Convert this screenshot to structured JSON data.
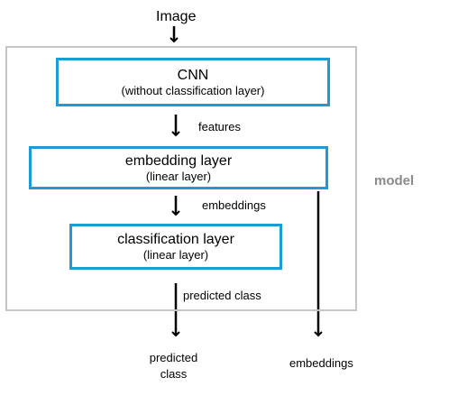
{
  "input_label": "Image",
  "model_label": "model",
  "cnn": {
    "title": "CNN",
    "subtitle": "(without classification layer)"
  },
  "embedding_layer": {
    "title": "embedding layer",
    "subtitle": "(linear layer)"
  },
  "classification_layer": {
    "title": "classification layer",
    "subtitle": "(linear layer)"
  },
  "edges": {
    "features": "features",
    "embeddings": "embeddings",
    "predicted_class": "predicted class"
  },
  "outputs": {
    "predicted_class_line1": "predicted",
    "predicted_class_line2": "class",
    "embeddings": "embeddings"
  },
  "colors": {
    "box_border": "#1f9ad6",
    "frame_border": "#c6c6c6",
    "model_label": "#8a8a8a"
  }
}
